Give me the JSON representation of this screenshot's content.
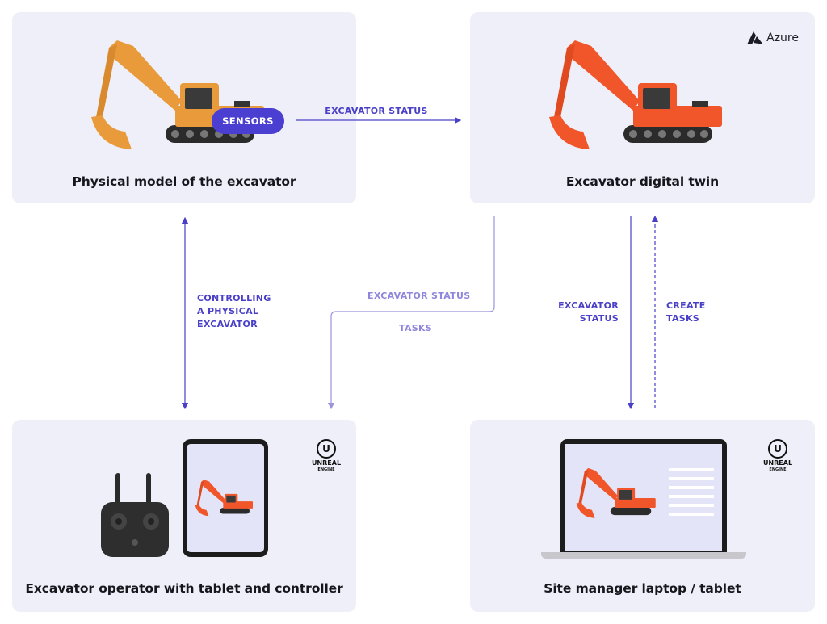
{
  "cards": {
    "physical": {
      "title": "Physical model of the excavator",
      "badge": "SENSORS"
    },
    "twin": {
      "title": "Excavator digital twin",
      "brand": "Azure"
    },
    "operator": {
      "title": "Excavator operator with tablet and controller",
      "brand_line1": "UNREAL",
      "brand_line2": "ENGINE"
    },
    "manager": {
      "title": "Site manager laptop / tablet",
      "brand_line1": "UNREAL",
      "brand_line2": "ENGINE"
    }
  },
  "flows": {
    "top_status": "EXCAVATOR STATUS",
    "control_l1": "CONTROLLING",
    "control_l2": "A PHYSICAL",
    "control_l3": "EXCAVATOR",
    "mid_status": "EXCAVATOR STATUS",
    "mid_tasks": "TASKS",
    "right_status_l1": "EXCAVATOR",
    "right_status_l2": "STATUS",
    "create_l1": "CREATE",
    "create_l2": "TASKS"
  },
  "colors": {
    "accent": "#4b3fd1",
    "excavator_physical": "#e99a3a",
    "excavator_twin": "#f0562a",
    "card_bg": "#eeeff8"
  }
}
